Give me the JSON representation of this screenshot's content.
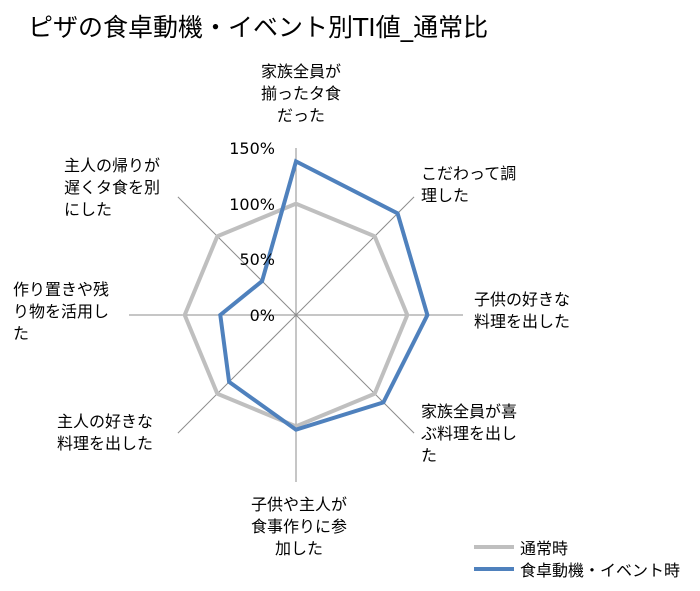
{
  "chart_data": {
    "type": "radar",
    "title": "ピザの食卓動機・イベント別TI値_通常比",
    "categories": [
      "家族全員が\n揃ったタ食\nだった",
      "こだわって調\n理した",
      "子供の好きな\n料理を出した",
      "家族全員が喜\nぶ料理を出し\nた",
      "子供や主人が\n食事作りに参\n加した",
      "主人の好きな\n料理を出した",
      "作り置きや残\nり物を活用し\nた",
      "主人の帰りが\n遅くタ食を別\nにした"
    ],
    "ticks": [
      "0%",
      "50%",
      "100%",
      "150%"
    ],
    "rmax": 150,
    "series": [
      {
        "name": "通常時",
        "color": "#bfbfbf",
        "values": [
          100,
          100,
          100,
          100,
          100,
          100,
          100,
          100
        ]
      },
      {
        "name": "食卓動機・イベント時",
        "color": "#4f81bd",
        "values": [
          138,
          129,
          118,
          111,
          103,
          85,
          68,
          43
        ]
      }
    ]
  }
}
